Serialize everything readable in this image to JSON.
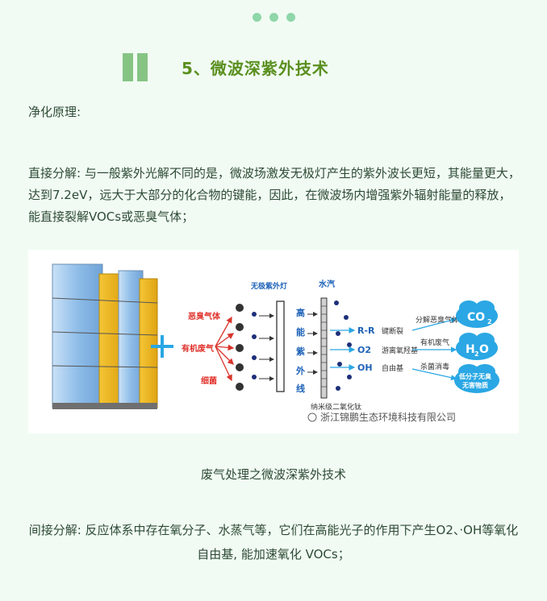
{
  "header": {
    "section_title": "5、微波深紫外技术"
  },
  "body": {
    "label": "净化原理:",
    "direct": "直接分解: 与一般紫外光解不同的是，微波场激发无极灯产生的紫外波长更短，其能量更大，达到7.2eV，远大于大部分的化合物的键能，因此，在微波场内增强紫外辐射能量的释放，能直接裂解VOCs或恶臭气体；",
    "caption": "废气处理之微波深紫外技术",
    "indirect": "间接分解: 反应体系中存在氧分子、水蒸气等，它们在高能光子的作用下产生O2、·OH等氧化自由基, 能加速氧化 VOCs；"
  },
  "figure": {
    "inputs": [
      "恶臭气体",
      "有机废气",
      "细菌"
    ],
    "lamp_label": "无极紫外灯",
    "vapor_label": "水汽",
    "uv_text": [
      "高",
      "能",
      "紫",
      "外",
      "线"
    ],
    "radicals": [
      {
        "sym": "R-R",
        "desc": "键断裂"
      },
      {
        "sym": "O2",
        "desc": "游离氧羟基"
      },
      {
        "sym": "OH",
        "desc": "自由基"
      }
    ],
    "effects": [
      "分解恶臭气体",
      "有机废气",
      "杀菌消毒"
    ],
    "products": [
      {
        "main": "CO",
        "sub": "2"
      },
      {
        "main": "H",
        "sub": "2",
        "tail": "O"
      },
      {
        "main": "低分子无臭",
        "line2": "无害物质"
      }
    ],
    "catalyst_label": "纳米级二氧化钛",
    "watermark": "浙江锦鹏生态环境科技有限公司"
  },
  "colors": {
    "accent": "#5a8f1f",
    "bar": "#86c484",
    "dot": "#8fd6a9",
    "background": "#f1fbf3",
    "red_label": "#e0302a",
    "blue_label": "#1d62b8",
    "cloud": "#2aa7e4"
  }
}
